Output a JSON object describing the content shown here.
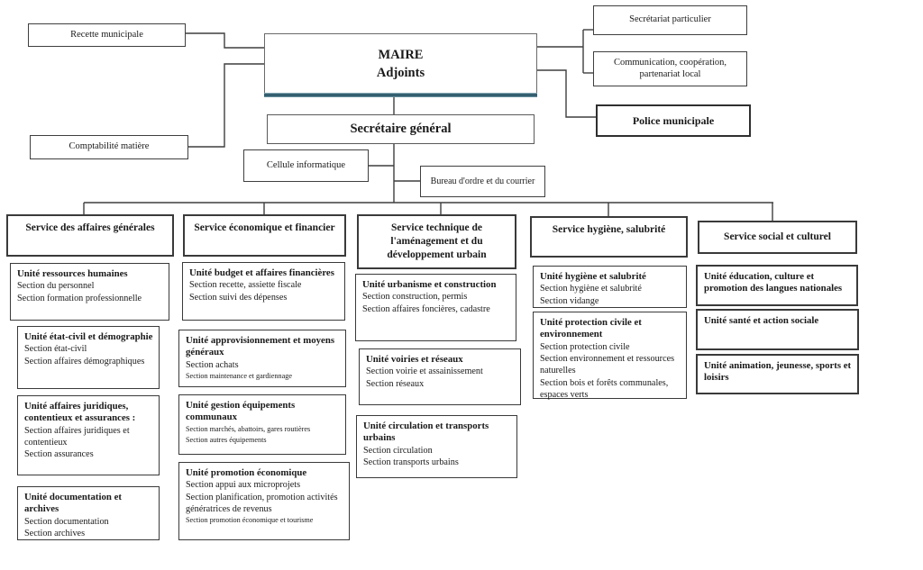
{
  "org": {
    "maire": {
      "line1": "MAIRE",
      "line2": "Adjoints"
    },
    "attached_left": [
      {
        "label": "Recette municipale"
      },
      {
        "label": "Comptabilité matière"
      }
    ],
    "attached_right": [
      {
        "label": "Secrétariat particulier"
      },
      {
        "label": "Communication, coopération, partenariat local"
      },
      {
        "label": "Police municipale"
      }
    ],
    "secretaire_general": "Secrétaire général",
    "cellule_informatique": "Cellule informatique",
    "bureau_ordre": "Bureau d'ordre et du courrier",
    "services": [
      {
        "title": "Service des affaires générales",
        "units": [
          {
            "title": "Unité ressources humaines",
            "sections": [
              "Section du personnel",
              "Section formation professionnelle"
            ]
          },
          {
            "title": "Unité état-civil et démographie",
            "sections": [
              "Section état-civil",
              "Section affaires démographiques"
            ]
          },
          {
            "title": "Unité affaires juridiques, contentieux et assurances :",
            "sections": [
              "Section affaires juridiques et contentieux",
              "Section assurances"
            ]
          },
          {
            "title": "Unité documentation et archives",
            "sections": [
              "Section documentation",
              "Section archives"
            ]
          }
        ]
      },
      {
        "title": "Service économique et financier",
        "units": [
          {
            "title": "Unité budget et affaires financières",
            "sections": [
              "Section recette, assiette fiscale",
              "Section suivi des dépenses"
            ]
          },
          {
            "title": "Unité approvisionnement et moyens généraux",
            "sections": [
              "Section achats",
              "Section maintenance et gardiennage"
            ]
          },
          {
            "title": "Unité gestion équipements communaux",
            "sections": [
              "Section marchés, abattoirs, gares routières",
              "Section autres équipements"
            ]
          },
          {
            "title": "Unité promotion économique",
            "sections": [
              "Section appui aux microprojets",
              "Section planification, promotion activités génératrices de revenus",
              "Section promotion économique et tourisme"
            ]
          }
        ]
      },
      {
        "title": "Service technique de l'aménagement et du développement urbain",
        "units": [
          {
            "title": "Unité urbanisme et construction",
            "sections": [
              "Section construction, permis",
              "Section affaires foncières, cadastre"
            ]
          },
          {
            "title": "Unité voiries et réseaux",
            "sections": [
              "Section voirie et assainissement",
              "Section réseaux"
            ]
          },
          {
            "title": "Unité circulation et transports urbains",
            "sections": [
              "Section circulation",
              "Section transports urbains"
            ]
          }
        ]
      },
      {
        "title": "Service hygiène, salubrité",
        "units": [
          {
            "title": "Unité hygiène et salubrité",
            "sections": [
              "Section hygiène et salubrité",
              "Section vidange"
            ]
          },
          {
            "title": "Unité protection civile et environnement",
            "sections": [
              "Section protection civile",
              "Section environnement et ressources naturelles",
              "Section bois et forêts communales, espaces verts"
            ]
          }
        ]
      },
      {
        "title": "Service social et culturel",
        "units": [
          {
            "title": "Unité éducation, culture et promotion des langues nationales",
            "sections": []
          },
          {
            "title": "Unité santé et action sociale",
            "sections": []
          },
          {
            "title": "Unité animation, jeunesse, sports et loisirs",
            "sections": []
          }
        ]
      }
    ]
  }
}
